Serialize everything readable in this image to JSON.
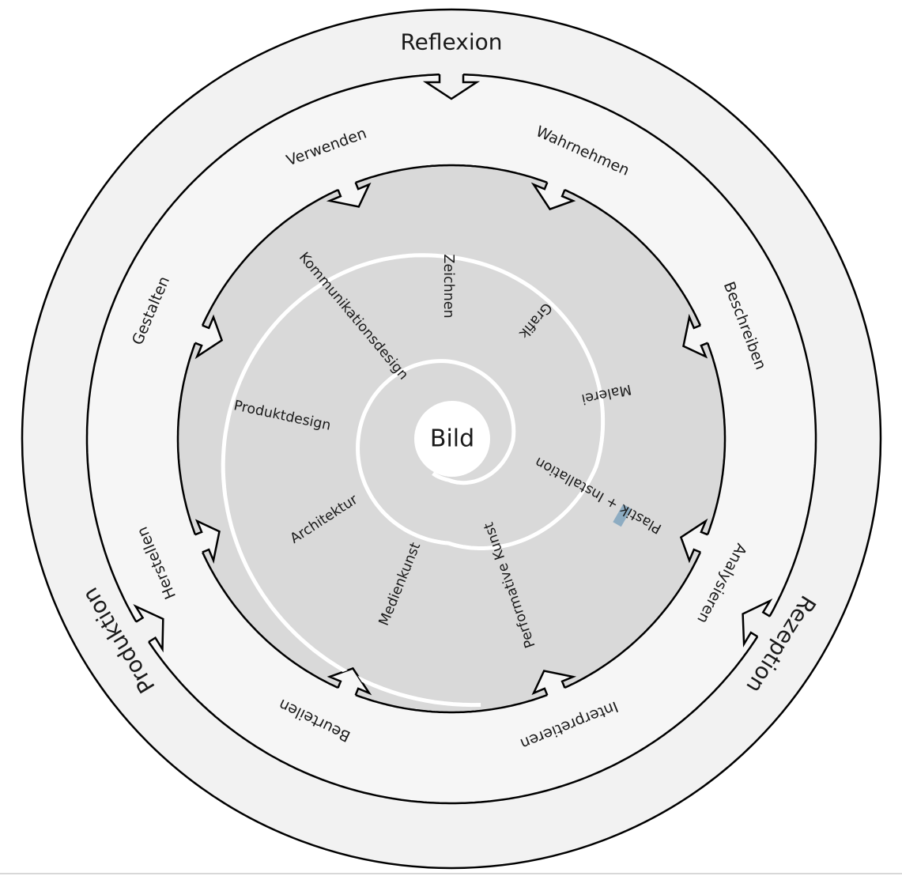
{
  "colors": {
    "outer_ring": "#f2f2f2",
    "middle_band": "#f6f6f6",
    "inner_disc": "#d9d9d9",
    "spiral": "#ffffff",
    "stroke": "#000000",
    "selection": "#7fa3bd"
  },
  "outer_ring": {
    "top": "Reflexion",
    "left": "Produktion",
    "right": "Rezeption"
  },
  "middle_band": {
    "verwenden": "Verwenden",
    "wahrnehmen": "Wahrnehmen",
    "beschreiben": "Beschreiben",
    "analysieren": "Analysieren",
    "interpretieren": "Interpretieren",
    "beurteilen": "Beurteilen",
    "herstellen": "Herstellen",
    "gestalten": "Gestalten"
  },
  "inner_disc": {
    "zeichnen": "Zeichnen",
    "grafik": "Grafik",
    "malerei": "Malerei",
    "plastik": "Plastik + Installation",
    "performative": "Performative Kunst",
    "medienkunst": "Medienkunst",
    "architektur": "Architektur",
    "produktdesign": "Produktdesign",
    "kommunikationsdesign": "Kommunikationsdesign"
  },
  "center": {
    "label": "Bild"
  }
}
